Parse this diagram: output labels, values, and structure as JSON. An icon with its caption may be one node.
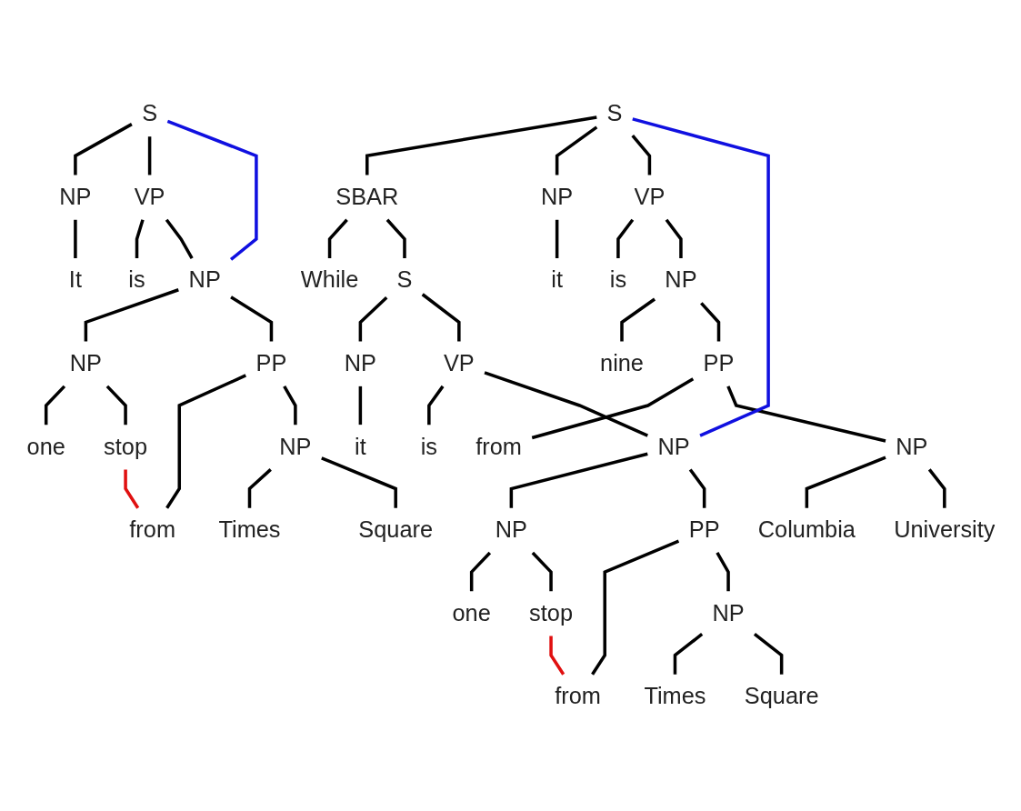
{
  "diagram": {
    "nodes": [
      {
        "text": [
          "S"
        ]
      },
      {
        "text": [
          "NP"
        ]
      },
      {
        "text": [
          "VP"
        ]
      },
      {
        "text": [
          "NP"
        ]
      },
      {
        "text": [
          "NP"
        ]
      },
      {
        "text": [
          "PP"
        ]
      },
      {
        "text": [
          "NP"
        ]
      },
      {
        "text": [
          "It"
        ]
      },
      {
        "text": [
          "is"
        ]
      },
      {
        "text": [
          "one"
        ]
      },
      {
        "text": [
          "stop"
        ]
      },
      {
        "text": [
          "from"
        ]
      },
      {
        "text": [
          "Times"
        ]
      },
      {
        "text": [
          "Square"
        ]
      },
      {
        "text": [
          "S"
        ]
      },
      {
        "text": [
          "SBAR"
        ]
      },
      {
        "text": [
          "S"
        ]
      },
      {
        "text": [
          "NP"
        ]
      },
      {
        "text": [
          "VP"
        ]
      },
      {
        "text": [
          "NP"
        ]
      },
      {
        "text": [
          "NP"
        ]
      },
      {
        "text": [
          "PP"
        ]
      },
      {
        "text": [
          "NP"
        ]
      },
      {
        "text": [
          "NP"
        ]
      },
      {
        "text": [
          "VP"
        ]
      },
      {
        "text": [
          "NP"
        ]
      },
      {
        "text": [
          "PP"
        ]
      },
      {
        "text": [
          "NP"
        ]
      },
      {
        "text": [
          "While"
        ]
      },
      {
        "text": [
          "it"
        ]
      },
      {
        "text": [
          "is"
        ]
      },
      {
        "text": [
          "one"
        ]
      },
      {
        "text": [
          "stop"
        ]
      },
      {
        "text": [
          "from"
        ]
      },
      {
        "text": [
          "Times"
        ]
      },
      {
        "text": [
          "Square"
        ]
      },
      {
        "text": [
          "it"
        ]
      },
      {
        "text": [
          "is"
        ]
      },
      {
        "text": [
          "nine"
        ]
      },
      {
        "text": [
          "from"
        ]
      },
      {
        "text": [
          "Columbia"
        ]
      },
      {
        "text": [
          "University"
        ]
      }
    ],
    "edges": [
      {
        "from": 0,
        "to": 1,
        "arrow": "none"
      },
      {
        "from": 0,
        "to": 2,
        "arrow": "none"
      },
      {
        "from": 1,
        "to": 7,
        "arrow": "none"
      },
      {
        "from": 2,
        "to": 8,
        "arrow": "none"
      },
      {
        "from": 2,
        "to": 3,
        "arrow": "none"
      },
      {
        "from": 3,
        "to": 4,
        "arrow": "none"
      },
      {
        "from": 3,
        "to": 5,
        "arrow": "none"
      },
      {
        "from": 4,
        "to": 9,
        "arrow": "none"
      },
      {
        "from": 4,
        "to": 10,
        "arrow": "none"
      },
      {
        "from": 5,
        "to": 11,
        "arrow": "none"
      },
      {
        "from": 5,
        "to": 6,
        "arrow": "none"
      },
      {
        "from": 6,
        "to": 12,
        "arrow": "none"
      },
      {
        "from": 6,
        "to": 13,
        "arrow": "none"
      },
      {
        "from": 0,
        "to": 3,
        "arrow": "none",
        "color": "#1010e0"
      },
      {
        "from": 10,
        "to": 11,
        "arrow": "none",
        "color": "#e01010"
      },
      {
        "from": 14,
        "to": 15,
        "arrow": "none"
      },
      {
        "from": 14,
        "to": 23,
        "arrow": "none"
      },
      {
        "from": 14,
        "to": 24,
        "arrow": "none"
      },
      {
        "from": 15,
        "to": 28,
        "arrow": "none"
      },
      {
        "from": 15,
        "to": 16,
        "arrow": "none"
      },
      {
        "from": 16,
        "to": 17,
        "arrow": "none"
      },
      {
        "from": 16,
        "to": 18,
        "arrow": "none"
      },
      {
        "from": 17,
        "to": 29,
        "arrow": "none"
      },
      {
        "from": 18,
        "to": 30,
        "arrow": "none"
      },
      {
        "from": 18,
        "to": 19,
        "arrow": "none"
      },
      {
        "from": 19,
        "to": 20,
        "arrow": "none"
      },
      {
        "from": 19,
        "to": 21,
        "arrow": "none"
      },
      {
        "from": 20,
        "to": 31,
        "arrow": "none"
      },
      {
        "from": 20,
        "to": 32,
        "arrow": "none"
      },
      {
        "from": 21,
        "to": 33,
        "arrow": "none"
      },
      {
        "from": 21,
        "to": 22,
        "arrow": "none"
      },
      {
        "from": 22,
        "to": 34,
        "arrow": "none"
      },
      {
        "from": 22,
        "to": 35,
        "arrow": "none"
      },
      {
        "from": 23,
        "to": 36,
        "arrow": "none"
      },
      {
        "from": 24,
        "to": 37,
        "arrow": "none"
      },
      {
        "from": 24,
        "to": 25,
        "arrow": "none"
      },
      {
        "from": 25,
        "to": 38,
        "arrow": "none"
      },
      {
        "from": 25,
        "to": 26,
        "arrow": "none"
      },
      {
        "from": 26,
        "to": 39,
        "arrow": "none"
      },
      {
        "from": 26,
        "to": 27,
        "arrow": "none"
      },
      {
        "from": 27,
        "to": 40,
        "arrow": "none"
      },
      {
        "from": 27,
        "to": 41,
        "arrow": "none"
      },
      {
        "from": 14,
        "to": 19,
        "arrow": "none",
        "color": "#1010e0"
      },
      {
        "from": 32,
        "to": 33,
        "arrow": "none",
        "color": "#e01010"
      }
    ]
  }
}
